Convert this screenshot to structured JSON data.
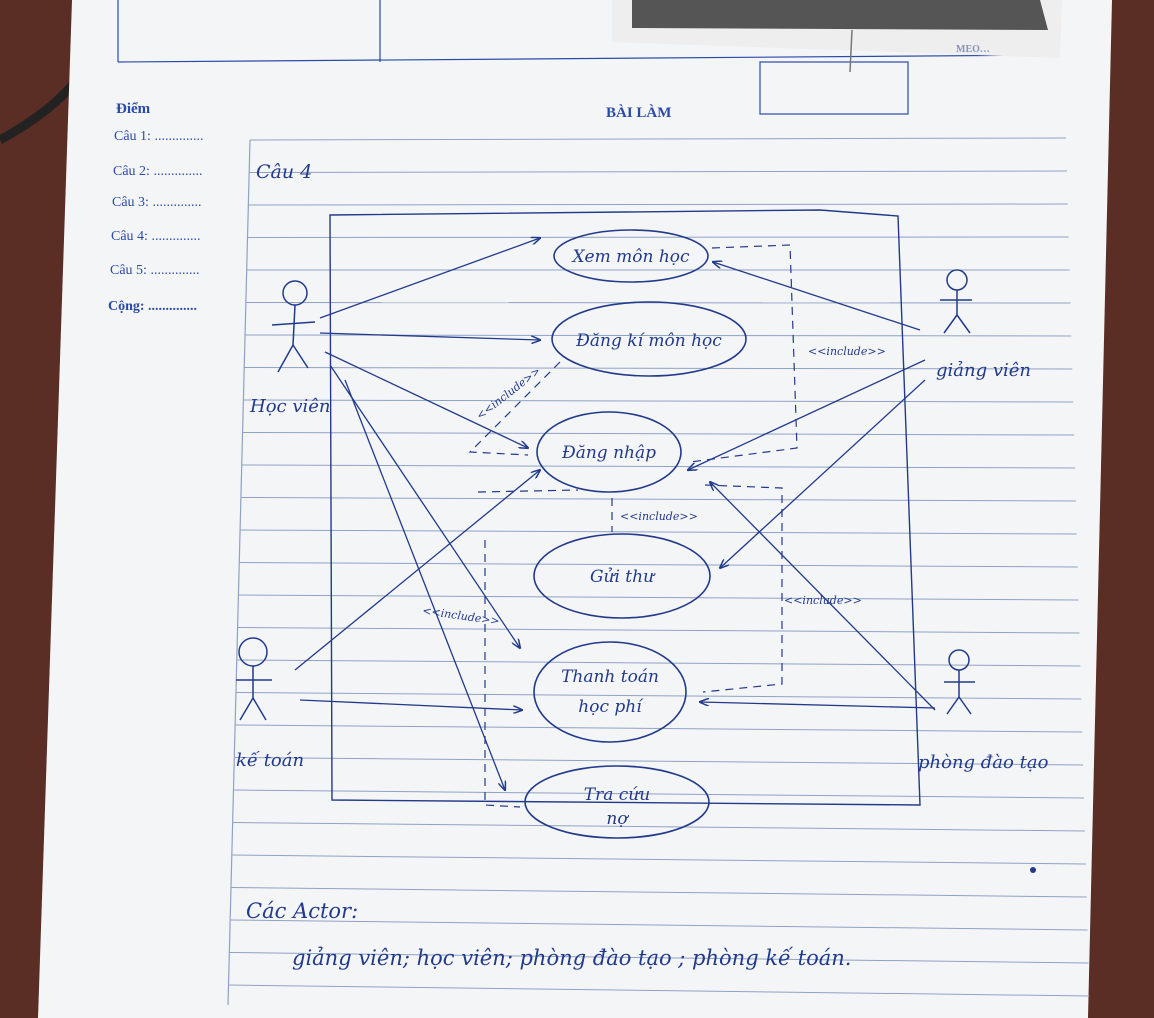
{
  "header": {
    "score_label": "Điểm",
    "section_title": "BÀI LÀM",
    "corner_text": "MEO…"
  },
  "score_rows": [
    {
      "label": "Câu 1: .............."
    },
    {
      "label": "Câu 2: .............."
    },
    {
      "label": "Câu 3: .............."
    },
    {
      "label": "Câu 4: .............."
    },
    {
      "label": "Câu 5: .............."
    },
    {
      "label": "Cộng: .............."
    }
  ],
  "handwriting": {
    "question_heading": "Câu 4",
    "actors_heading": "Các Actor:",
    "actors_list": "giảng viên; học viên; phòng đào tạo ; phòng kế toán."
  },
  "diagram": {
    "actors": [
      {
        "id": "hocvien",
        "label": "Học viên"
      },
      {
        "id": "giangvien",
        "label": "giảng viên"
      },
      {
        "id": "ketoan",
        "label": "kế toán"
      },
      {
        "id": "phongdaotao",
        "label": "phòng đào tạo"
      }
    ],
    "use_cases": [
      {
        "id": "xem",
        "label": "Xem môn học"
      },
      {
        "id": "dangki",
        "label": "Đăng kí môn học"
      },
      {
        "id": "dangnhap",
        "label": "Đăng nhập"
      },
      {
        "id": "guithu",
        "label": "Gửi thư"
      },
      {
        "id": "thanhtoan",
        "label": "Thanh toán",
        "label2": "học phí"
      },
      {
        "id": "tracuu",
        "label": "Tra cứu",
        "label2": "nợ"
      }
    ],
    "relations": [
      {
        "id": "inc-dangki",
        "label": "<<include>>"
      },
      {
        "id": "inc-xem",
        "label": "<<include>>"
      },
      {
        "id": "inc-guithu",
        "label": "<<include>>"
      },
      {
        "id": "inc-tracuu",
        "label": "<<include>>"
      },
      {
        "id": "inc-thanhtoan",
        "label": "<<include>>"
      }
    ]
  },
  "colors": {
    "paper": "#f4f5f7",
    "rule_line": "#8ea2c4",
    "print_blue": "#2a4aa8",
    "ink": "#223a8a",
    "desk": "#5a2e24"
  }
}
